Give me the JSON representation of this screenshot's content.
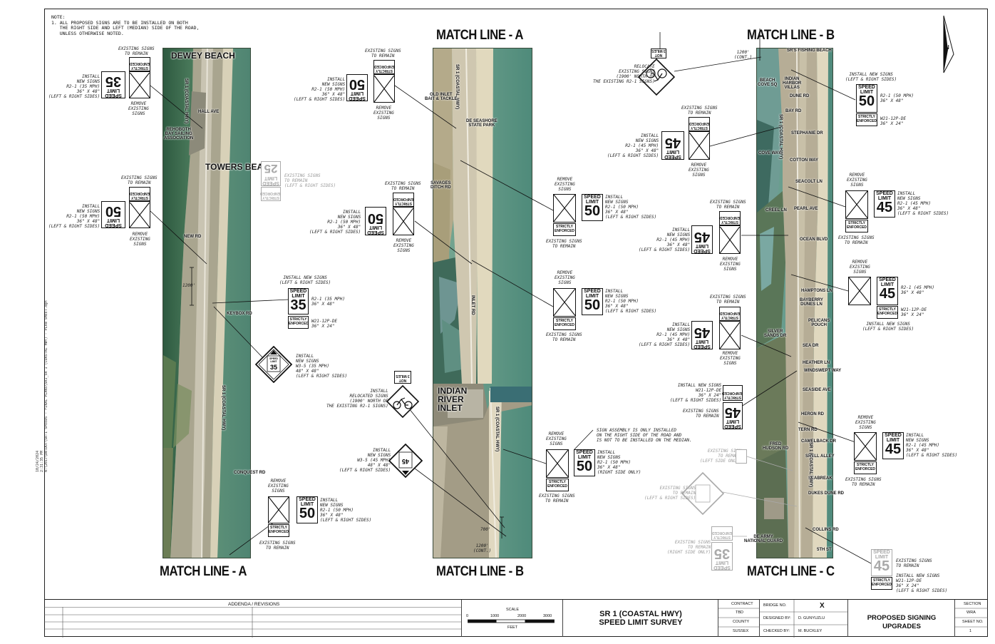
{
  "side_text": "10/24/2024\n2:31:35 PM\nN:\\2017\\DelDOT\\SR-1 SPEEDS - FINAL PLANS\\SR1_SR 1 (COASTAL HWY) - PLAN SHEET.dgn",
  "note": "NOTE:\n1. ALL PROPOSED SIGNS ARE TO BE INSTALLED ON BOTH\n   THE RIGHT SIDE AND LEFT (MEDIAN) SIDE OF THE ROAD,\n   UNLESS OTHERWISE NOTED.",
  "match_lines": {
    "a_top": "MATCH LINE - A",
    "b_top": "MATCH LINE - B",
    "a_bottom": "MATCH LINE - A",
    "b_bottom": "MATCH LINE - B",
    "c_bottom": "MATCH LINE - C"
  },
  "north": "N",
  "sign_words": {
    "speed": "SPEED",
    "limit": "LIMIT",
    "strictly": "STRICTLY",
    "enforced": "ENFORCED",
    "not": "NOT",
    "miles": "3 MILES"
  },
  "places_1": {
    "dewey": "DEWEY\nBEACH",
    "coastal1": "SR 1 (COASTAL HWY)",
    "hall": "HALL AVE",
    "rehoboth": "REHOBOTH\nBAY SAILING\nASSOCIATION",
    "towers": "TOWERS\nBEACH",
    "new_rd": "NEW RD",
    "keybox": "KEYBOX RD",
    "coastal2": "SR 1 (COASTAL HWY)",
    "conquest": "CONQUEST RD",
    "dim1200": "1200'"
  },
  "places_2": {
    "coastal": "SR 1 (COASTAL HWY)",
    "old_inlet": "OLD INLET\nBAIT & TACKLE",
    "de_seashore": "DE SEASHORE\nSTATE PARK",
    "savages": "SAVAGES\nDITCH RD",
    "inlet_rd": "INLET RD",
    "indian_river": "INDIAN\nRIVER\nINLET",
    "coastal2": "SR 1 (COASTAL HWY)",
    "dim700": "700'",
    "dim1200": "1200'\n(CONT.)"
  },
  "places_3": {
    "srs_fishing": "SR'S FISHING BEACH",
    "indian_harbor": "INDIAN\nHARBOR\nVILLAS",
    "beach_cove": "BEACH\nCOVE SQ",
    "dune_rd": "DUNE RD",
    "bay_rd": "BAY RD",
    "coastal": "SR 1 (COASTAL HWY)",
    "stephanie": "STEPHANIE DR",
    "cove_way": "COVE WAY",
    "cotton": "COTTON WAY",
    "seacolt": "SEACOLT LN",
    "creel": "CREEL LN",
    "pearl": "PEARL AVE",
    "ocean": "OCEAN BLVD",
    "hamptons": "HAMPTONS LN",
    "bayberry": "BAYBERRY\nDUNES LN",
    "pelicans": "PELICANS\nPOUCH",
    "silver": "SILVER\nSANDS DR",
    "sea_dr": "SEA DR",
    "heather": "HEATHER LN",
    "windswept": "WINDSWEPT WAY",
    "seaside": "SEASIDE AVE",
    "heron": "HERON RD",
    "tern": "TERN RD",
    "camelback": "CAMELBACK DR",
    "fred": "FRED\nHUDSON RD",
    "shell": "SHELL ALLEY",
    "seabreak": "SEABREAK",
    "dukes": "DUKES DUNE RD",
    "de_army": "DE ARMY\nNATIONAL GUARD",
    "collins": "COLLINS RD",
    "fifth": "5TH ST",
    "coastal2": "SR 1 (COASTAL HWY)",
    "dim1200": "1200'\n(CONT.)"
  },
  "annotations": {
    "s1_a1": "EXISTING SIGNS\nTO REMAIN",
    "s1_a2": "INSTALL\nNEW SIGNS\nR2-1 (35 MPH)\n36\" X 48\"\n(LEFT & RIGHT SIDES)",
    "s1_a3": "REMOVE\nEXISTING\nSIGNS",
    "s1_b1": "EXISTING SIGNS\nTO REMAIN",
    "s1_b2": "INSTALL\nNEW SIGNS\nR2-1 (50 MPH)\n36\" X 48\"\n(LEFT & RIGHT SIDES)",
    "s1_b3": "REMOVE\nEXISTING\nSIGNS",
    "s1_c1": "EXISTING SIGNS\nTO REMAIN\n(LEFT & RIGHT SIDES)",
    "s1_d1": "INSTALL NEW SIGNS\n(LEFT & RIGHT SIDES)",
    "s1_d2": "R2-1 (35 MPH)\n36\" X 48\"",
    "s1_d3": "W21-12P-DE\n36\" X 24\"",
    "s1_e1": "INSTALL\nNEW SIGNS\nW3-5 (35 MPH)\n48\" X 48\"\n(LEFT & RIGHT SIDES)",
    "s1_f1": "REMOVE\nEXISTING\nSIGNS",
    "s1_f2": "INSTALL\nNEW SIGNS\nR2-1 (50 MPH)\n36\" X 48\"\n(LEFT & RIGHT SIDES)",
    "s1_f3": "EXISTING SIGNS\nTO REMAIN",
    "s2_a1": "EXISTING SIGNS\nTO REMAIN",
    "s2_a2": "INSTALL\nNEW SIGNS\nR2-1 (50 MPH)\n36\" X 48\"\n(LEFT & RIGHT SIDES)",
    "s2_a3": "REMOVE\nEXISTING\nSIGNS",
    "s2_b1": "EXISTING SIGNS\nTO REMAIN",
    "s2_b2": "INSTALL\nNEW SIGNS\nR2-1 (50 MPH)\n36\" X 48\"\n(LEFT & RIGHT SIDES)",
    "s2_b3": "REMOVE\nEXISTING\nSIGNS",
    "s2_c1": "REMOVE\nEXISTING\nSIGNS",
    "s2_c2": "INSTALL\nNEW SIGNS\nR2-1 (50 MPH)\n36\" X 48\"\n(LEFT & RIGHT SIDES)",
    "s2_c3": "EXISTING SIGNS\nTO REMAIN",
    "s2_d1": "REMOVE\nEXISTING\nSIGNS",
    "s2_d2": "INSTALL\nNEW SIGNS\nR2-1 (50 MPH)\n36\" X 48\"\n(LEFT & RIGHT SIDES)",
    "s2_d3": "EXISTING SIGNS\nTO REMAIN",
    "s2_e1": "INSTALL\nRELOCATED SIGNS\n(1900' NORTH OF\nTHE EXISTING R2-1 SIGNS)",
    "s2_f1": "INSTALL\nNEW SIGNS\nW3-5 (45 MPH)\n48\" X 48\"\n(LEFT & RIGHT SIDES)",
    "s2_g1": "REMOVE\nEXISTING\nSIGNS",
    "s2_g2": "INSTALL\nNEW SIGNS\nR2-1 (50 MPH)\n36\" X 48\"\n(RIGHT SIDE ONLY)",
    "s2_g3": "EXISTING SIGNS\nTO REMAIN",
    "s2_g4": "SIGN ASSEMBLY IS ONLY INSTALLED\nON THE RIGHT SIDE OF THE ROAD AND\nIS NOT TO BE INSTALLED ON THE MEDIAN.",
    "s3_a1": "RELOCATE\nEXISTING SIGNS\n(1900' NORTH OF\nTHE EXISTING R2-1 SIGNS)",
    "s3_b1": "INSTALL NEW SIGNS\n(LEFT & RIGHT SIDES)",
    "s3_b2": "R2-1 (50 MPH)\n36\" X 48\"",
    "s3_b3": "W21-12P-DE\n36\" X 24\"",
    "s3_c1": "EXISTING SIGNS\nTO REMAIN",
    "s3_c2": "INSTALL\nNEW SIGNS\nR2-1 (45 MPH)\n36\" X 48\"\n(LEFT & RIGHT SIDES)",
    "s3_c3": "REMOVE\nEXISTING\nSIGNS",
    "s3_d1": "REMOVE\nEXISTING\nSIGNS",
    "s3_d2": "INSTALL\nNEW SIGNS\nR2-1 (45 MPH)\n36\" X 48\"\n(LEFT & RIGHT SIDES)",
    "s3_d3": "EXISTING SIGNS\nTO REMAIN",
    "s3_e1": "EXISTING SIGNS\nTO REMAIN",
    "s3_e2": "INSTALL\nNEW SIGNS\nR2-1 (45 MPH)\n36\" X 48\"\n(LEFT & RIGHT SIDES)",
    "s3_e3": "REMOVE\nEXISTING\nSIGNS",
    "s3_f1": "REMOVE\nEXISTING\nSIGNS",
    "s3_f2": "R2-1 (45 MPH)\n36\" X 48\"",
    "s3_f3": "W21-12P-DE\n36\" X 24\"",
    "s3_f4": "INSTALL NEW SIGNS\n(LEFT & RIGHT SIDES)",
    "s3_g1": "EXISTING SIGNS\nTO REMAIN",
    "s3_g2": "INSTALL\nNEW SIGNS\nR2-1 (45 MPH)\n36\" X 48\"\n(LEFT & RIGHT SIDES)",
    "s3_g3": "REMOVE\nEXISTING\nSIGNS",
    "s3_h1": "INSTALL NEW SIGNS\nW21-12P-DE\n36\" X 24\"\n(LEFT & RIGHT SIDES)",
    "s3_h2": "EXISTING SIGNS\nTO REMAIN",
    "s3_i1": "REMOVE\nEXISTING\nSIGNS",
    "s3_i2": "INSTALL\nNEW SIGNS\nR2-1 (45 MPH)\n36\" X 48\"\n(LEFT & RIGHT SIDES)",
    "s3_i3": "EXISTING SIGNS\nTO REMAIN",
    "s3_j1": "EXISTING SIGN\nTO REMAIN\n(LEFT SIDE ONLY)",
    "s3_k1": "EXISTING SIGNS\nTO REMAIN\n(LEFT & RIGHT SIDES)",
    "s3_l1": "EXISTING SIGNS\nTO REMAIN\n(RIGHT SIDE ONLY)",
    "s3_m1": "EXISTING SIGNS\nTO REMAIN",
    "s3_m2": "INSTALL NEW SIGNS\nW21-12P-DE\n36\" X 24\"\n(LEFT & RIGHT SIDES)"
  },
  "speeds": {
    "s1_a": "35",
    "s1_b": "50",
    "s1_c": "25",
    "s1_d": "35",
    "s1_e": "35",
    "s1_f": "50",
    "s2_a": "50",
    "s2_b": "50",
    "s2_c": "50",
    "s2_d": "50",
    "s2_f": "45",
    "s2_g": "50",
    "s3_b": "50",
    "s3_c": "45",
    "s3_d": "45",
    "s3_e": "45",
    "s3_f": "45",
    "s3_g": "45",
    "s3_h": "45",
    "s3_i": "45",
    "s3_l": "35",
    "s3_m": "45"
  },
  "title_block": {
    "addenda": "ADDENDA / REVISIONS",
    "scale_label": "SCALE",
    "scale_ticks": [
      "0",
      "1000",
      "2000",
      "3000"
    ],
    "scale_unit": "FEET",
    "project_title": "SR 1 (COASTAL HWY)\nSPEED LIMIT SURVEY",
    "contract_label": "CONTRACT",
    "contract_value": "TBD",
    "county_label": "COUNTY",
    "county_value": "SUSSEX",
    "bridge_label": "BRIDGE NO.",
    "bridge_value": "X",
    "designed_label": "DESIGNED BY:",
    "designed_value": "D. GUNYUZLU",
    "checked_label": "CHECKED BY:",
    "checked_value": "M. BUCKLEY",
    "sheet_title": "PROPOSED SIGNING UPGRADES",
    "section_label": "SECTION",
    "section_value": "WRA",
    "sheet_no_label": "SHEET NO.",
    "sheet_no_value": "1"
  }
}
